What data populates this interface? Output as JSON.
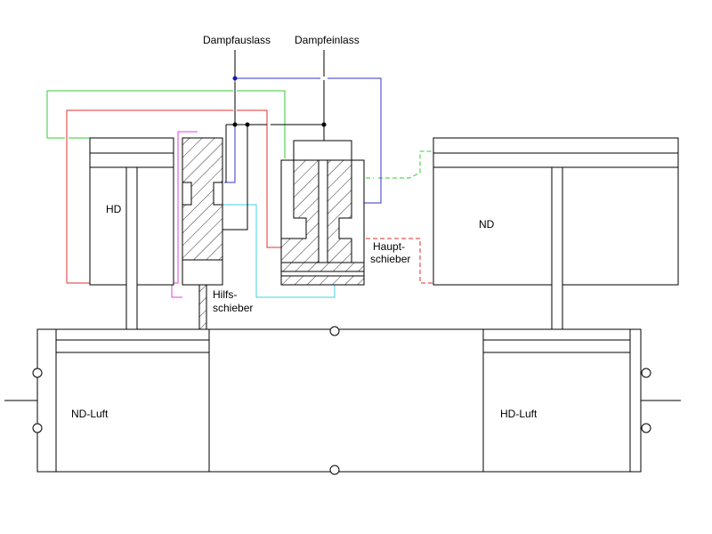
{
  "labels": {
    "dampfauslass": "Dampfauslass",
    "dampfeinlass": "Dampfeinlass",
    "hd": "HD",
    "nd": "ND",
    "haupt_line1": "Haupt-",
    "haupt_line2": "schieber",
    "hilfs_line1": "Hilfs-",
    "hilfs_line2": "schieber",
    "nd_luft": "ND-Luft",
    "hd_luft": "HD-Luft"
  },
  "colors": {
    "outline": "#000000",
    "steam_outlet_line": "#3333cc",
    "green_line": "#33cc33",
    "red_line": "#e03030",
    "magenta_line": "#e040e0",
    "cyan_line": "#40d0e0"
  }
}
